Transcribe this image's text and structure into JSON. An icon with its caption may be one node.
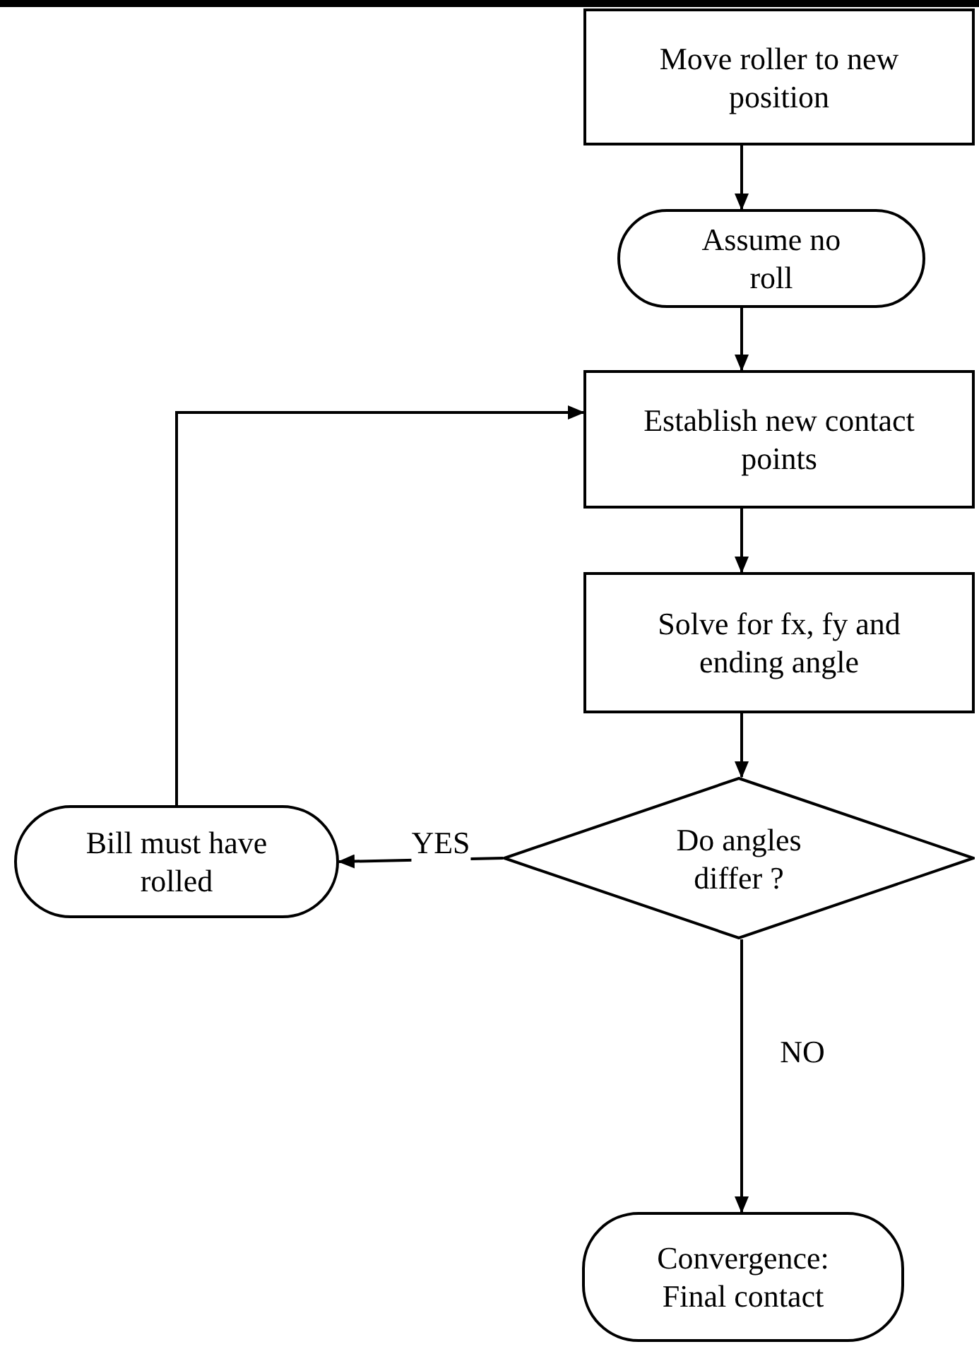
{
  "diagram": {
    "nodes": [
      {
        "text": [
          "Move roller to new position"
        ]
      },
      {
        "text": [
          "Assume no roll"
        ]
      },
      {
        "text": [
          "Establish new contact points"
        ]
      },
      {
        "text": [
          "Solve for fx, fy and ending angle"
        ]
      },
      {
        "text": [
          "Do angles differ ?"
        ]
      },
      {
        "text": [
          "Bill must have rolled"
        ]
      },
      {
        "text": [
          "Convergence: Final contact"
        ]
      }
    ],
    "edges": [
      {
        "from": 0,
        "to": 1,
        "arrow": "to"
      },
      {
        "from": 1,
        "to": 2,
        "arrow": "to"
      },
      {
        "from": 2,
        "to": 3,
        "arrow": "to"
      },
      {
        "from": 3,
        "to": 4,
        "arrow": "to"
      },
      {
        "from": 4,
        "to": 5,
        "arrow": "to",
        "label": "YES"
      },
      {
        "from": 4,
        "to": 6,
        "arrow": "to",
        "label": "NO"
      },
      {
        "from": 5,
        "to": 2,
        "arrow": "to"
      }
    ]
  }
}
